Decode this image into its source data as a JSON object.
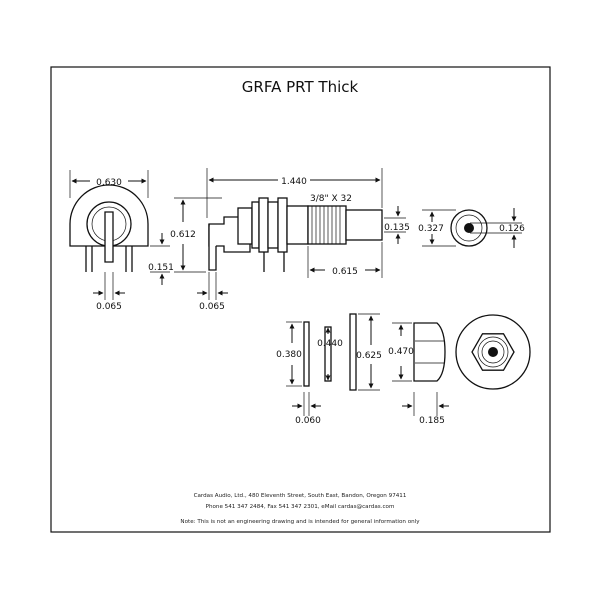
{
  "title": "GRFA  PRT Thick",
  "dimensions": {
    "body_width": "0.630",
    "body_height": "0.612",
    "pin_height": "0.151",
    "pin_width_front": "0.065",
    "pin_width_side": "0.065",
    "overall_length": "1.440",
    "thread": "3/8\" X 32",
    "thread_length": "0.615",
    "inner_135": "0.135",
    "outer_327": "0.327",
    "pin_126": "0.126",
    "washer_380": "0.380",
    "washer_440": "0.440",
    "washer_625": "0.625",
    "nut_470": "0.470",
    "washer_thick": "0.060",
    "nut_thick": "0.185"
  },
  "footer": {
    "address": "Cardas Audio, Ltd., 480 Eleventh Street, South East, Bandon, Oregon 97411",
    "contact": "Phone 541 347 2484, Fax 541 347 2301, eMail cardas@cardas.com",
    "note": "Note: This is not an engineering drawing and is intended for general information only"
  }
}
